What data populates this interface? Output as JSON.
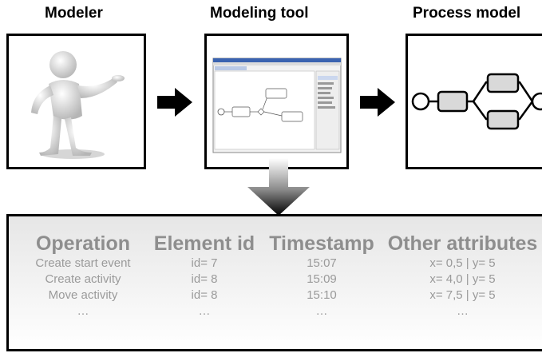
{
  "headings": {
    "modeler": "Modeler",
    "modeling_tool": "Modeling tool",
    "process_model": "Process model"
  },
  "colors": {
    "panel_top": "#e6e6e6",
    "header_text": "#8e8e8e",
    "row_text": "#9a9a9a",
    "shape_fill": "#d9d9d9"
  },
  "table": {
    "headers": [
      "Operation",
      "Element id",
      "Timestamp",
      "Other attributes"
    ],
    "operation": [
      "Create start event",
      "Create activity",
      "Move activity",
      "…"
    ],
    "element_id": [
      "id= 7",
      "id= 8",
      "id= 8",
      "…"
    ],
    "timestamp": [
      "15:07",
      "15:09",
      "15:10",
      "…"
    ],
    "attributes": [
      "x= 0,5 | y= 5",
      "x= 4,0 | y= 5",
      "x= 7,5 | y= 5",
      "…"
    ]
  }
}
